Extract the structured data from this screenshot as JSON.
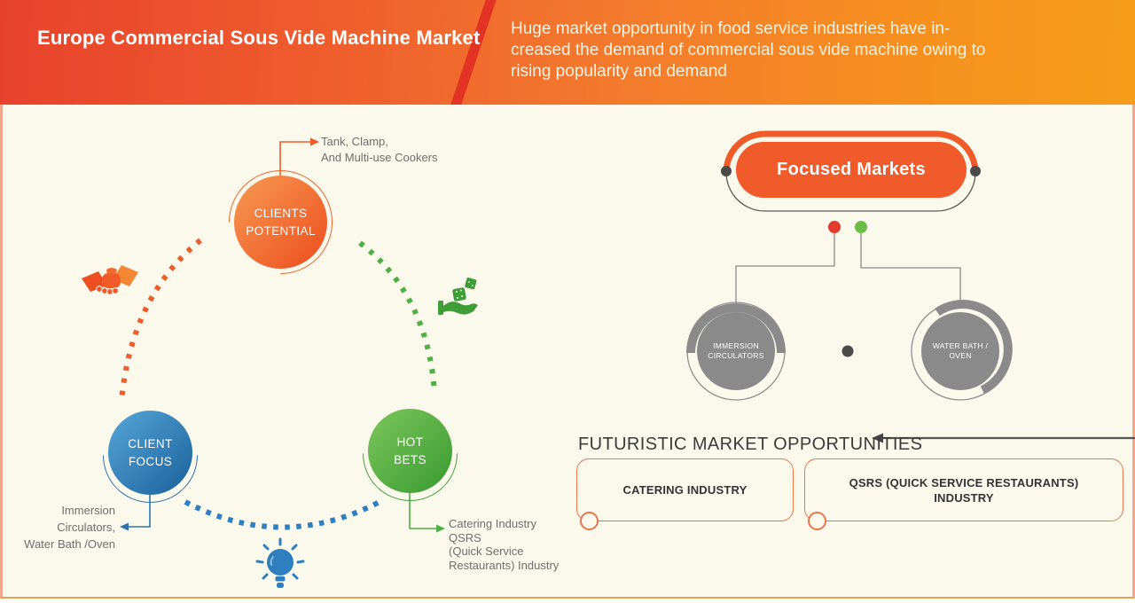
{
  "header": {
    "title": "Europe Commercial Sous Vide Machine Market",
    "subtitle_lines": [
      "Huge market opportunity in food service industries have in-",
      "creased the demand of commercial sous vide machine owing to",
      "rising popularity and demand"
    ]
  },
  "left_diagram": {
    "clients_potential": {
      "label_lines": [
        "CLIENTS",
        "POTENTIAL"
      ],
      "note_lines": [
        "Tank, Clamp,",
        "And Multi-use Cookers"
      ]
    },
    "client_focus": {
      "label_lines": [
        "CLIENT",
        "FOCUS"
      ],
      "note_lines": [
        "Immersion",
        "Circulators,",
        "Water Bath /Oven"
      ]
    },
    "hot_bets": {
      "label_lines": [
        "HOT",
        "BETS"
      ],
      "note_lines": [
        "Catering Industry",
        "QSRS",
        "(Quick Service",
        "Restaurants) Industry"
      ]
    },
    "icons": [
      "handshake-icon",
      "dice-hand-icon",
      "lightbulb-icon"
    ]
  },
  "right_diagram": {
    "focused_markets_label": "Focused Markets",
    "nodes": [
      {
        "label_lines": [
          "IMMERSION",
          "CIRCULATORS"
        ]
      },
      {
        "label_lines": [
          "WATER BATH /",
          "OVEN"
        ]
      }
    ]
  },
  "opportunities": {
    "heading": "FUTURISTIC MARKET OPPORTUNITIES",
    "boxes": [
      {
        "label_lines": [
          "CATERING INDUSTRY",
          ""
        ]
      },
      {
        "label_lines": [
          "QSRS (QUICK SERVICE RESTAURANTS)",
          "INDUSTRY"
        ]
      }
    ]
  },
  "colors": {
    "header_gradient_start": "#e8422c",
    "header_gradient_end": "#f79c1b",
    "background": "#fbf8ec",
    "orange_accent": "#f15a29",
    "blue_accent": "#2d74ae",
    "green_accent": "#4db043",
    "gray_node": "#8a8a8a",
    "red_dot": "#e23b30",
    "green_dot": "#6bbd45",
    "note_text": "#6e6e6e",
    "heading_text": "#3b3b3b",
    "box_border": "#e8764c"
  }
}
